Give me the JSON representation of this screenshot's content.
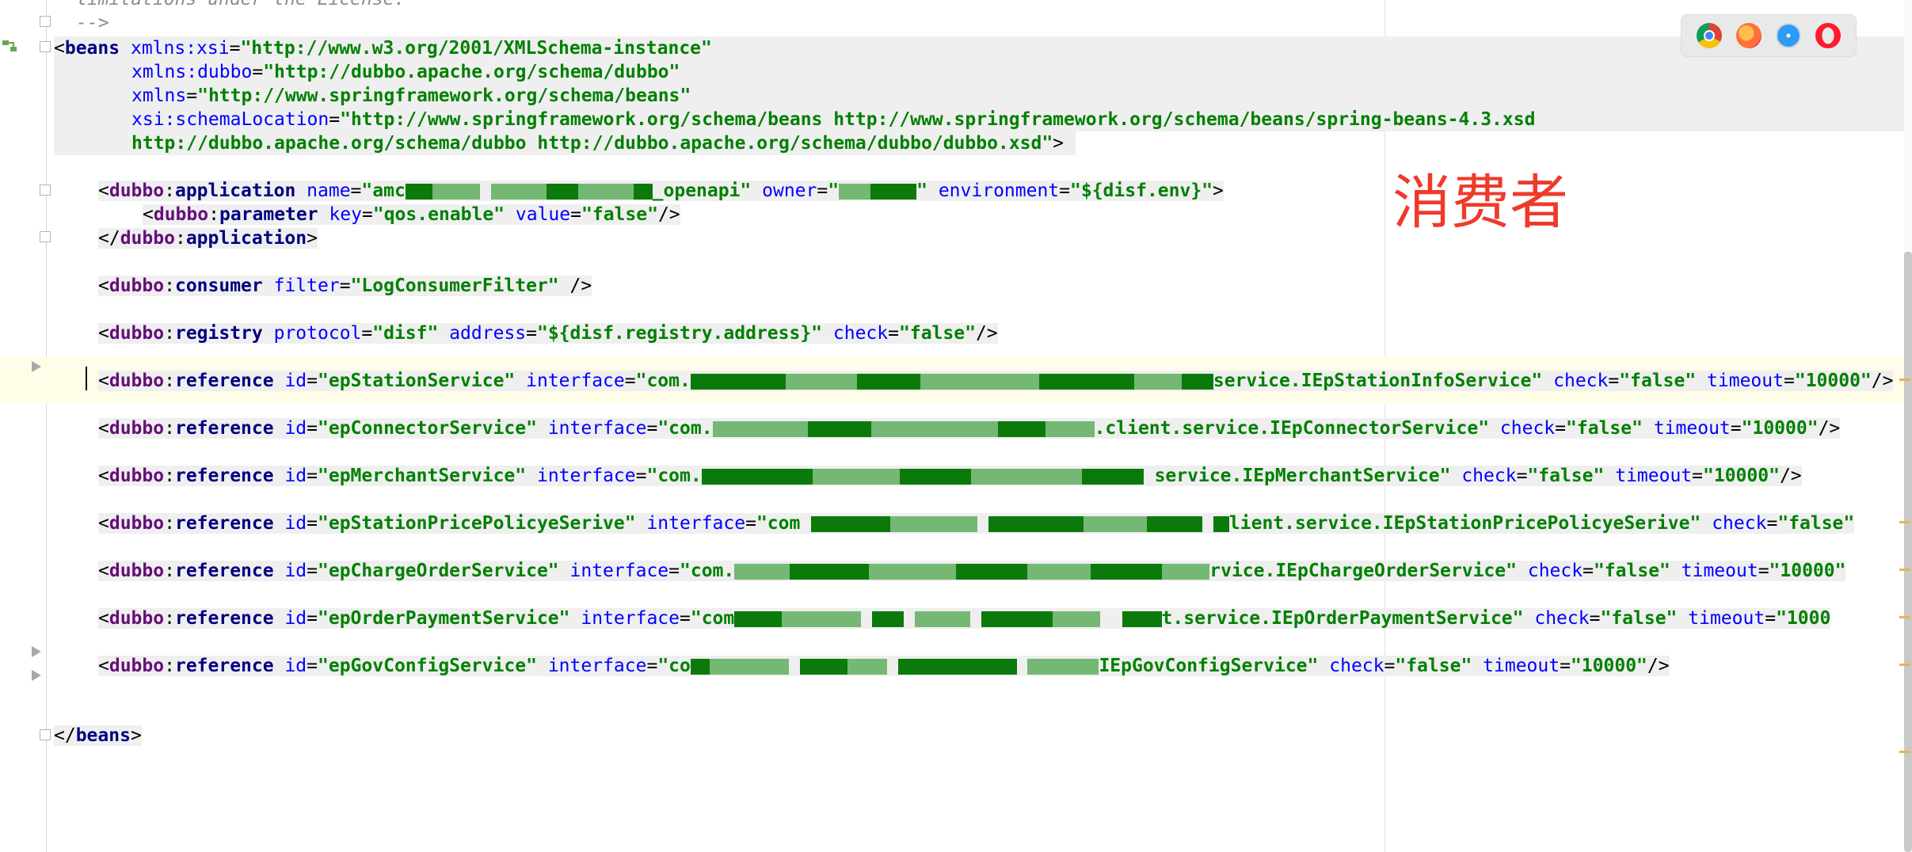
{
  "editor": {
    "comment_lines": [
      "limitations under the License.",
      "-->"
    ],
    "beans_open": {
      "tag": "beans",
      "line1_attr": "xmlns:xsi",
      "line1_val": "\"http://www.w3.org/2001/XMLSchema-instance\"",
      "line2_attr": "xmlns:dubbo",
      "line2_val": "\"http://dubbo.apache.org/schema/dubbo\"",
      "line3_attr": "xmlns",
      "line3_val": "\"http://www.springframework.org/schema/beans\"",
      "line4_attr": "xsi:schemaLocation",
      "line4_val": "\"http://www.springframework.org/schema/beans http://www.springframework.org/schema/beans/spring-beans-4.3.xsd",
      "line5_val": "http://dubbo.apache.org/schema/dubbo http://dubbo.apache.org/schema/dubbo/dubbo.xsd\""
    },
    "application": {
      "name_prefix": "\"amc",
      "name_suffix": "_openapi\"",
      "owner_prefix": "\"",
      "owner_suffix": "\"",
      "environment": "\"${disf.env}\""
    },
    "parameter": {
      "key": "\"qos.enable\"",
      "value": "\"false\""
    },
    "consumer": {
      "filter": "\"LogConsumerFilter\""
    },
    "registry": {
      "protocol": "\"disf\"",
      "address": "\"${disf.registry.address}\"",
      "check": "\"false\""
    },
    "references": [
      {
        "id": "\"epStationService\"",
        "iface_prefix": "\"com.",
        "iface_suffix": "service.IEpStationInfoService\"",
        "check": "\"false\"",
        "timeout": "\"10000\"",
        "end": "/>"
      },
      {
        "id": "\"epConnectorService\"",
        "iface_prefix": "\"com.",
        "iface_suffix": ".client.service.IEpConnectorService\"",
        "check": "\"false\"",
        "timeout": "\"10000\"",
        "end": "/>"
      },
      {
        "id": "\"epMerchantService\"",
        "iface_prefix": "\"com.",
        "iface_suffix": "service.IEpMerchantService\"",
        "check": "\"false\"",
        "timeout": "\"10000\"",
        "end": "/>"
      },
      {
        "id": "\"epStationPricePolicyeSerive\"",
        "iface_prefix": "\"com",
        "iface_suffix": "lient.service.IEpStationPricePolicyeSerive\"",
        "check": "\"false\"",
        "timeout": "",
        "end": ""
      },
      {
        "id": "\"epChargeOrderService\"",
        "iface_prefix": "\"com.",
        "iface_suffix": "rvice.IEpChargeOrderService\"",
        "check": "\"false\"",
        "timeout": "\"10000\"",
        "end": ""
      },
      {
        "id": "\"epOrderPaymentService\"",
        "iface_prefix": "\"com",
        "iface_suffix": "t.service.IEpOrderPaymentService\"",
        "check": "\"false\"",
        "timeout": "\"1000",
        "end": ""
      },
      {
        "id": "\"epGovConfigService\"",
        "iface_prefix": "\"co",
        "iface_suffix": "IEpGovConfigService\"",
        "check": "\"false\"",
        "timeout": "\"10000\"",
        "end": "/>"
      }
    ],
    "beans_close": "beans"
  },
  "annotation": {
    "text": "消费者",
    "color": "#ef3a2b"
  },
  "browsers": [
    "chrome-icon",
    "firefox-icon",
    "safari-icon",
    "opera-icon"
  ]
}
